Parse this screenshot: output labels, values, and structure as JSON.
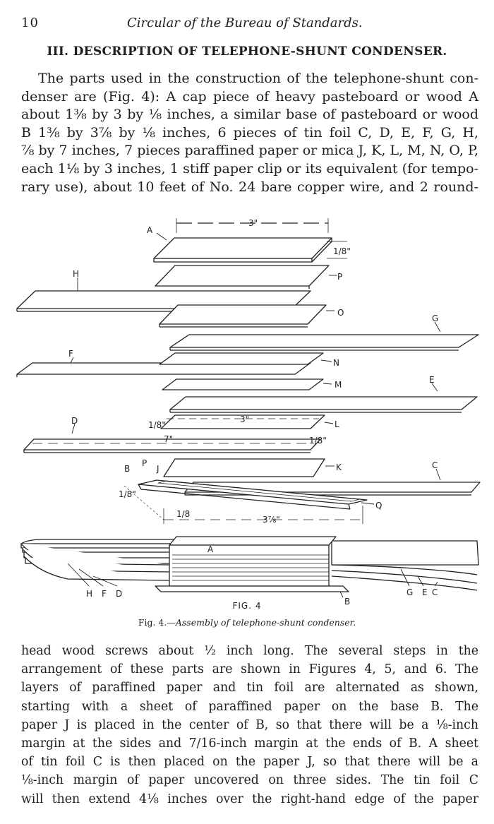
{
  "header": {
    "page_number": "10",
    "running_title": "Circular of the Bureau of Standards."
  },
  "section": {
    "title": "III. DESCRIPTION OF TELEPHONE-SHUNT CONDENSER."
  },
  "paragraph1": [
    "The parts used in the construction of the telephone-shunt con-",
    "denser are (Fig. 4): A cap piece of heavy pasteboard or wood A",
    "about 1⅜ by 3 by ⅛ inches, a similar base of pasteboard or wood",
    "B 1⅜ by 3⅞ by ⅛ inches, 6 pieces of tin foil C, D, E, F, G, H,",
    "⅞ by 7 inches, 7 pieces paraffined paper or mica J, K, L, M, N, O, P,",
    "each 1⅛ by 3 inches, 1 stiff paper clip or its equivalent (for tempo-",
    "rary use), about 10 feet of No. 24 bare copper wire, and 2 round-"
  ],
  "figure": {
    "labels": {
      "A": "A",
      "P": "P",
      "H": "H",
      "O": "O",
      "G": "G",
      "F": "F",
      "N": "N",
      "M": "M",
      "E": "E",
      "D": "D",
      "L": "L",
      "K": "K",
      "C": "C",
      "B": "B",
      "J": "J",
      "Q": "Q"
    },
    "dims": {
      "three": "3\"",
      "one_eighth": "1/8\"",
      "seven": "7\"",
      "three_small": "3\"",
      "frac_one_eighth": "1/8",
      "three_seven_eighths": "3⅞\"",
      "one_eighth_b": "1/8\"",
      "one_eighth_c": "1/8\""
    },
    "bottom_labels": [
      "H",
      "F",
      "D"
    ],
    "bottom_right_labels": [
      "G",
      "E",
      "C"
    ],
    "fig_label": "FIG. 4",
    "caption_prefix": "Fig. 4.—",
    "caption_text": "Assembly of telephone-shunt condenser."
  },
  "paragraph2": [
    "head wood screws about ½ inch long.  The several steps in the",
    "arrangement of these parts are shown in Figures 4, 5, and 6.  The",
    "layers of paraffined paper and tin foil are alternated as shown,",
    "starting with a sheet of paraffined paper on the base B.  The",
    "paper J is placed in the center of B, so that there will be a ⅛-inch",
    "margin at the sides and 7/16-inch margin at the ends of B.  A sheet",
    "of tin foil C is then placed on the paper J, so that there will be a",
    "⅛-inch margin of paper uncovered on three sides.  The tin foil C",
    "will then extend 4⅛ inches over the right-hand edge of the paper"
  ]
}
